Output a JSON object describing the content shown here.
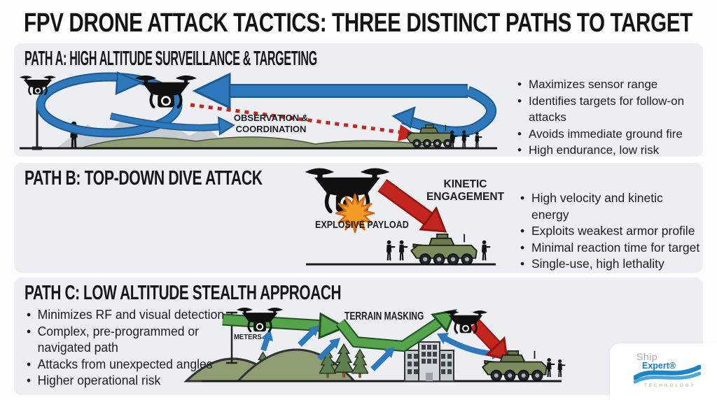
{
  "title": "FPV DRONE ATTACK TACTICS: THREE DISTINCT PATHS TO TARGET",
  "path_a": {
    "header": "PATH A: HIGH ALTITUDE SURVEILLANCE & TARGETING",
    "diagram_label": "OBSERVATION & COORDINATION",
    "bullets": [
      "Maximizes sensor range",
      "Identifies targets for follow-on attacks",
      "Avoids immediate ground fire",
      "High endurance, low risk"
    ]
  },
  "path_b": {
    "header": "PATH B: TOP-DOWN DIVE ATTACK",
    "kinetic_label": "KINETIC ENGAGEMENT",
    "payload_label": "EXPLOSIVE PAYLOAD",
    "bullets": [
      "High velocity and kinetic energy",
      "Exploits weakest armor profile",
      "Minimal reaction time for target",
      "Single-use, high lethality"
    ]
  },
  "path_c": {
    "header": "PATH C: LOW ALTITUDE STEALTH APPROACH",
    "terrain_label": "TERRAIN MASKING",
    "meters_label": "METERS",
    "bullets": [
      "Minimizes RF and visual detection",
      "Complex, pre-programmed or\nnavigated path",
      "Attacks from unexpected angles",
      "Higher operational risk"
    ]
  },
  "logo": {
    "word1": "Ship",
    "word2": "Expert®",
    "word3": "TECHNOLOGY"
  },
  "colors": {
    "section_bg": "#eceef2",
    "arrow_blue": "#2e79bb",
    "arrow_green": "#55a44c",
    "arrow_red": "#c3251f",
    "payload_orange": "#f49b26"
  }
}
